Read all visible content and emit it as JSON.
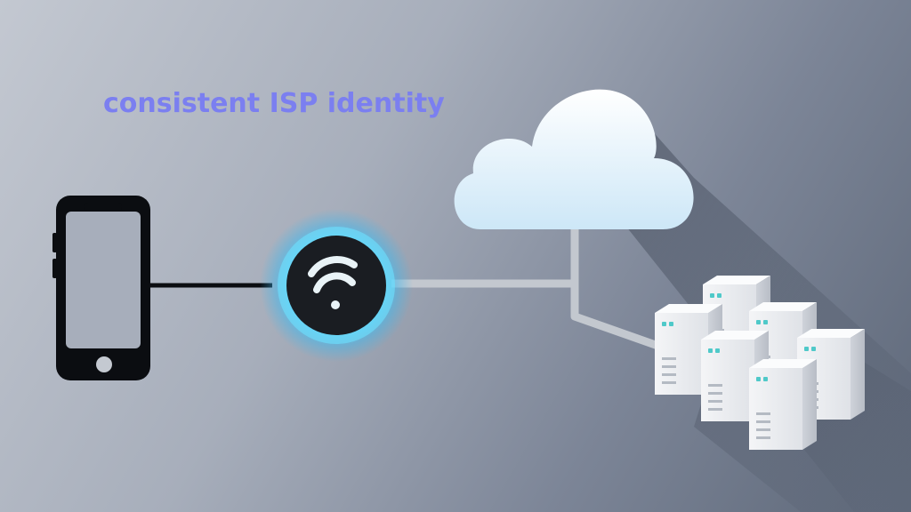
{
  "diagram": {
    "caption": "consistent ISP identity",
    "nodes": [
      {
        "id": "phone",
        "icon": "smartphone-icon"
      },
      {
        "id": "router",
        "icon": "wifi-icon"
      },
      {
        "id": "cloud",
        "icon": "cloud-icon"
      },
      {
        "id": "servers",
        "icon": "server-rack-icon",
        "count": 6
      }
    ],
    "edges": [
      {
        "from": "phone",
        "to": "router"
      },
      {
        "from": "router",
        "to": "cloud"
      },
      {
        "from": "router",
        "to": "servers"
      }
    ]
  },
  "colors": {
    "caption": "#7b7ff0",
    "phone": "#0b0d11",
    "router_core": "#1a1d22",
    "router_glow": "#4fd6ff",
    "wifi_symbol": "#e9f3f7",
    "link_gray": "#c3c8cf",
    "cloud_top": "#ffffff",
    "cloud_bottom": "#cde7f7",
    "server_body": "#f3f4f6",
    "server_led": "#4fc9c9"
  }
}
